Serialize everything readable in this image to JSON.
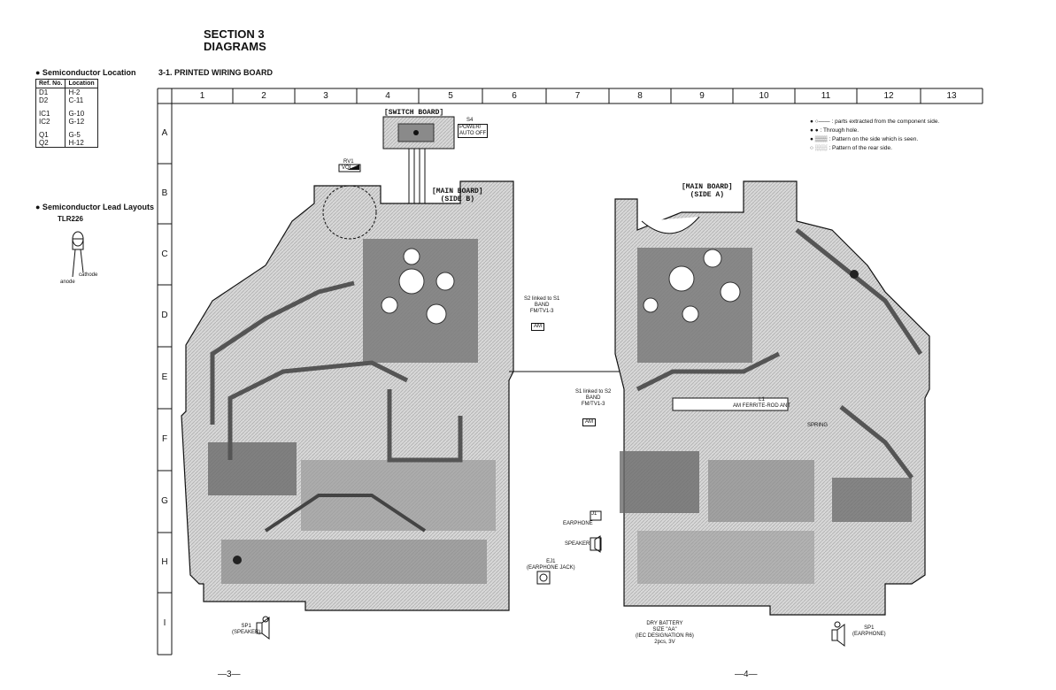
{
  "section": {
    "line1": "SECTION 3",
    "line2": "DIAGRAMS"
  },
  "subtitle": "3-1.  PRINTED WIRING BOARD",
  "semiconductor_location": {
    "heading": "● Semiconductor Location",
    "headers": [
      "Ref. No.",
      "Location"
    ],
    "rows": [
      [
        "D1",
        "H-2"
      ],
      [
        "D2",
        "C-11"
      ],
      [
        "",
        ""
      ],
      [
        "IC1",
        "G-10"
      ],
      [
        "IC2",
        "G-12"
      ],
      [
        "",
        ""
      ],
      [
        "Q1",
        "G-5"
      ],
      [
        "Q2",
        "H-12"
      ]
    ]
  },
  "lead_layouts": {
    "heading": "● Semiconductor Lead Layouts",
    "part": "TLR226",
    "cathode": "cathode",
    "anode": "anode"
  },
  "grid": {
    "columns": [
      "1",
      "2",
      "3",
      "4",
      "5",
      "6",
      "7",
      "8",
      "9",
      "10",
      "11",
      "12",
      "13"
    ],
    "rows": [
      "A",
      "B",
      "C",
      "D",
      "E",
      "F",
      "G",
      "H",
      "I"
    ]
  },
  "boards": {
    "switch": "[SWITCH BOARD]",
    "main_b_1": "[MAIN BOARD]",
    "main_b_2": "(SIDE B)",
    "main_a_1": "[MAIN BOARD]",
    "main_a_2": "(SIDE A)"
  },
  "labels": {
    "rv1": "RV1",
    "vol": "VOL",
    "s4": "S4",
    "power_auto_off": "POWER/\nAUTO OFF",
    "s2_note": "S2 linked to S1\nBAND\nFM/TV1-3",
    "am": "AM",
    "s1_note": "S1 linked to S2\nBAND\nFM/TV1-3",
    "am2": "AM",
    "j1": "J1",
    "earphone": "EARPHONE",
    "speaker": "SPEAKER",
    "ej1": "EJ1\n(EARPHONE JACK)",
    "sp1_left": "SP1\n(SPEAKER)",
    "sp1_right": "SP1\n(EARPHONE)",
    "battery": "DRY BATTERY\nSIZE \"AA\"\n(IEC DESIGNATION R6)\n2pcs, 3V",
    "fm_ant": "L1\nAM FERRITE-ROD ANT",
    "spring": "SPRING"
  },
  "legend": [
    {
      "symbol": "●  ○——",
      "text": ": parts extracted from the component side."
    },
    {
      "symbol": "●  ●",
      "text": ": Through hole."
    },
    {
      "symbol": "●  ▒▒▒",
      "text": ": Pattern on the side which is seen."
    },
    {
      "symbol": "○  ░░░",
      "text": ": Pattern of the rear side."
    }
  ],
  "pages": {
    "left": "—3—",
    "right": "—4—"
  },
  "colors": {
    "copper": "#8a8a8a",
    "copper_dark": "#555555",
    "board": "#e6e6e6",
    "line": "#111111"
  }
}
